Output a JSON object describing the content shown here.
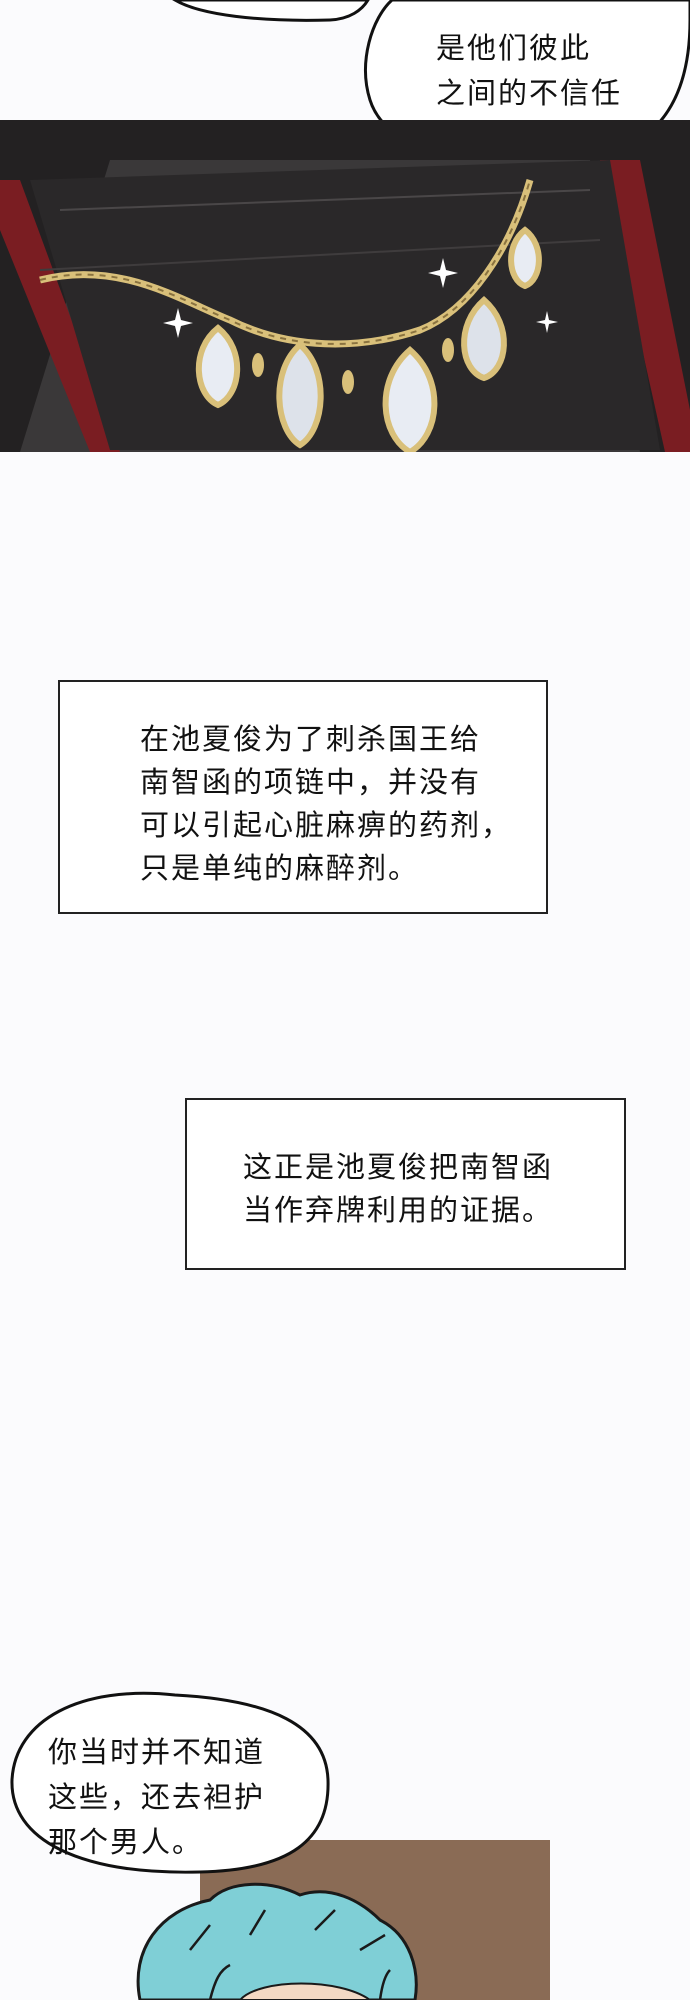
{
  "bubble_top": {
    "text": "是他们彼此\n之间的不信任\n救了我。"
  },
  "narration_1": {
    "text": "在池夏俊为了刺杀国王给\n南智函的项链中，并没有\n可以引起心脏麻痹的药剂，\n只是单纯的麻醉剂。"
  },
  "narration_2": {
    "text": "这正是池夏俊把南智函\n当作弃牌利用的证据。"
  },
  "bubble_bottom": {
    "text": "你当时并不知道\n这些，还去袒护\n那个男人。"
  },
  "colors": {
    "background": "#fbfbfd",
    "case_red": "#7a1d22",
    "velvet_dark": "#2a2829",
    "gold": "#d9c07a",
    "diamond": "#e8ecf3",
    "hair_cyan": "#7fcfd6",
    "panel_brown": "#8a6b55"
  }
}
